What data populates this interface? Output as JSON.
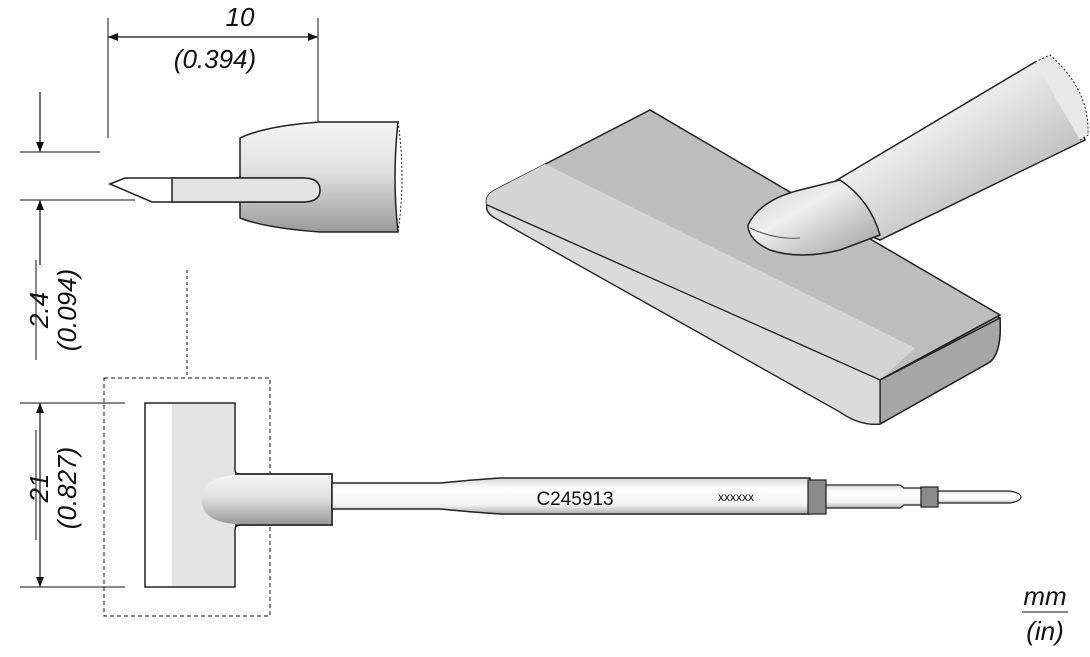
{
  "dimensions": {
    "width_mm": "10",
    "width_in": "(0.394)",
    "thickness_mm": "2.4",
    "thickness_in": "(0.094)",
    "length_mm": "21",
    "length_in": "(0.827)"
  },
  "part_number": "C245913",
  "serial_placeholder": "xxxxxx",
  "units": {
    "primary": "mm",
    "secondary": "(in)"
  }
}
